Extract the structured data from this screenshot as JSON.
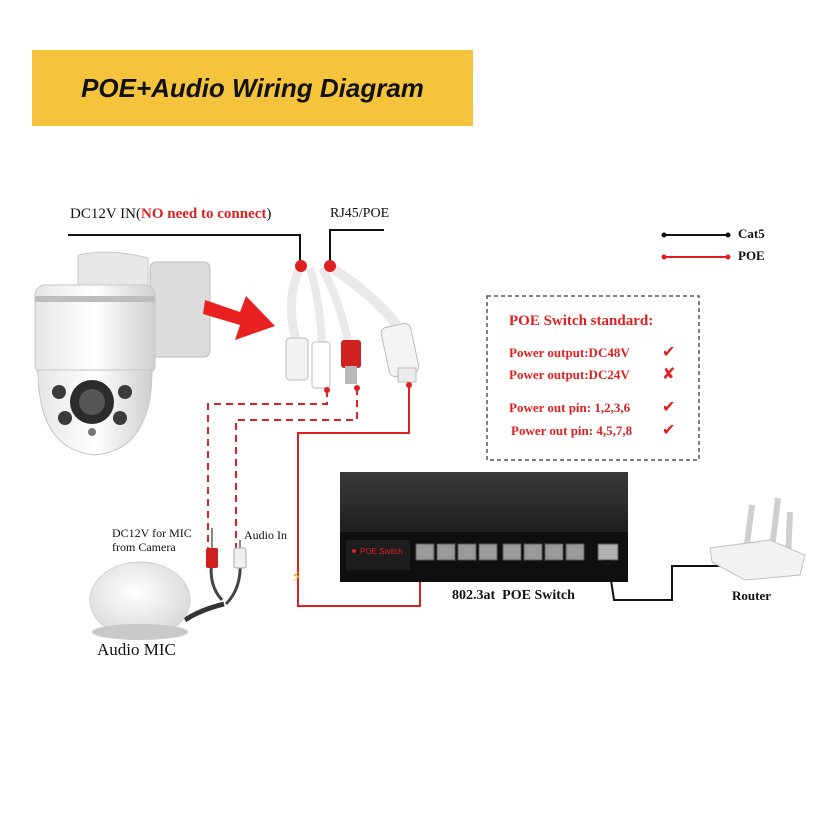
{
  "title": "POE+Audio Wiring Diagram",
  "labels": {
    "dc12v_prefix": "DC12V IN(",
    "dc12v_note": "NO need to connect",
    "dc12v_suffix": ")",
    "rj45": "RJ45/POE",
    "mic_power_line1": "DC12V for MIC",
    "mic_power_line2": "from Camera",
    "audio_in": "Audio In",
    "audio_mic": "Audio MIC",
    "switch_model": "802.3at  POE Switch",
    "switch_badge": "POE Switch",
    "router": "Router"
  },
  "legend": [
    {
      "label": "Cat5",
      "color": "#111111"
    },
    {
      "label": "POE",
      "color": "#e02020"
    }
  ],
  "standard": {
    "title": "POE Switch standard:",
    "rows": [
      {
        "text": "Power output:DC48V",
        "mark": "✔"
      },
      {
        "text": "Power output:DC24V",
        "mark": "✘"
      },
      {
        "text": "Power out pin: 1,2,3,6",
        "mark": "✔"
      },
      {
        "text": "Power out pin: 4,5,7,8",
        "mark": "✔"
      }
    ]
  },
  "colors": {
    "banner": "#f5c43c",
    "poe": "#e02020",
    "cat5": "#111111"
  }
}
